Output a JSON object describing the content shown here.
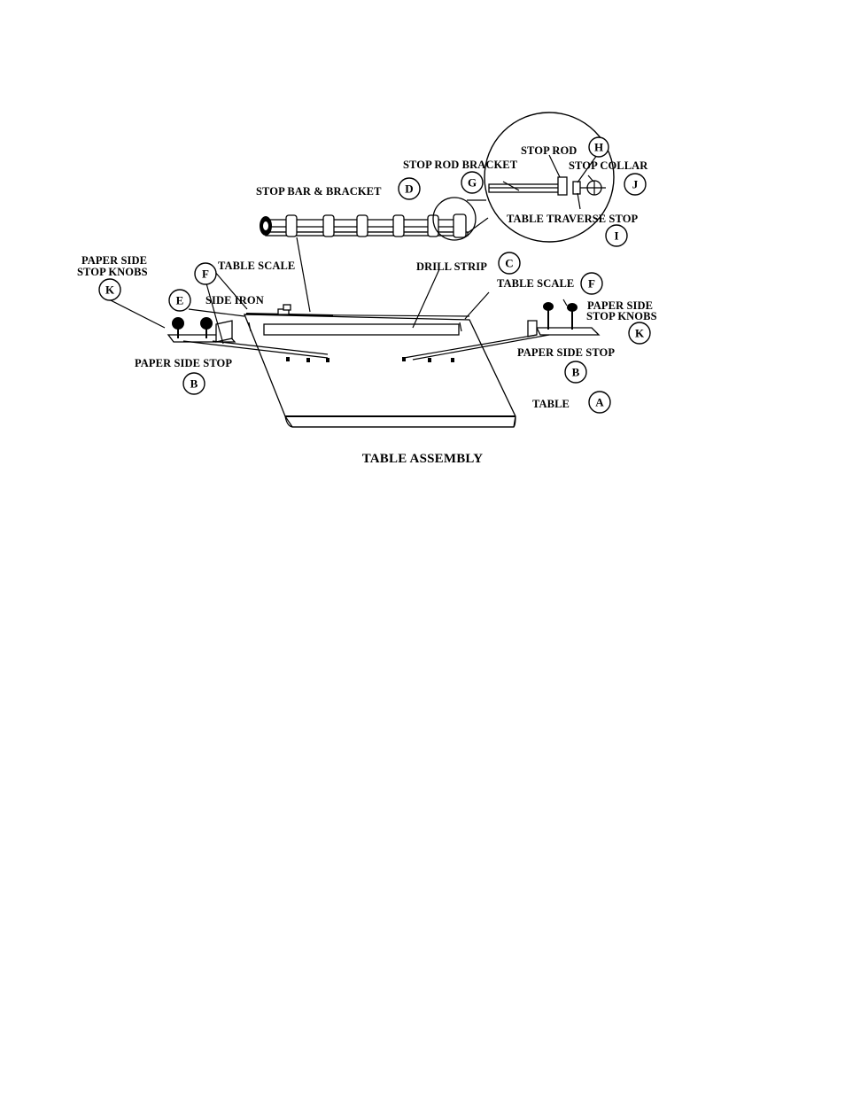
{
  "figure": {
    "caption": "TABLE ASSEMBLY",
    "labels": {
      "stop_rod": "STOP ROD",
      "stop_rod_bracket": "STOP ROD BRACKET",
      "stop_collar": "STOP COLLAR",
      "stop_bar_bracket": "STOP BAR & BRACKET",
      "table_traverse_stop": "TABLE TRAVERSE STOP",
      "paper_side_stop_knobs_left_1": "PAPER SIDE",
      "paper_side_stop_knobs_left_2": "STOP KNOBS",
      "table_scale_left": "TABLE  SCALE",
      "drill_strip": "DRILL STRIP",
      "table_scale_right": "TABLE SCALE",
      "side_iron": "SIDE IRON",
      "paper_side_stop_knobs_right_1": "PAPER SIDE",
      "paper_side_stop_knobs_right_2": "STOP KNOBS",
      "paper_side_stop_left": "PAPER SIDE STOP",
      "paper_side_stop_right": "PAPER SIDE STOP",
      "table": "TABLE"
    },
    "callouts": {
      "a": "A",
      "b": "B",
      "c": "C",
      "d": "D",
      "e": "E",
      "f": "F",
      "g": "G",
      "h": "H",
      "i": "I",
      "j": "J",
      "k": "K"
    }
  }
}
